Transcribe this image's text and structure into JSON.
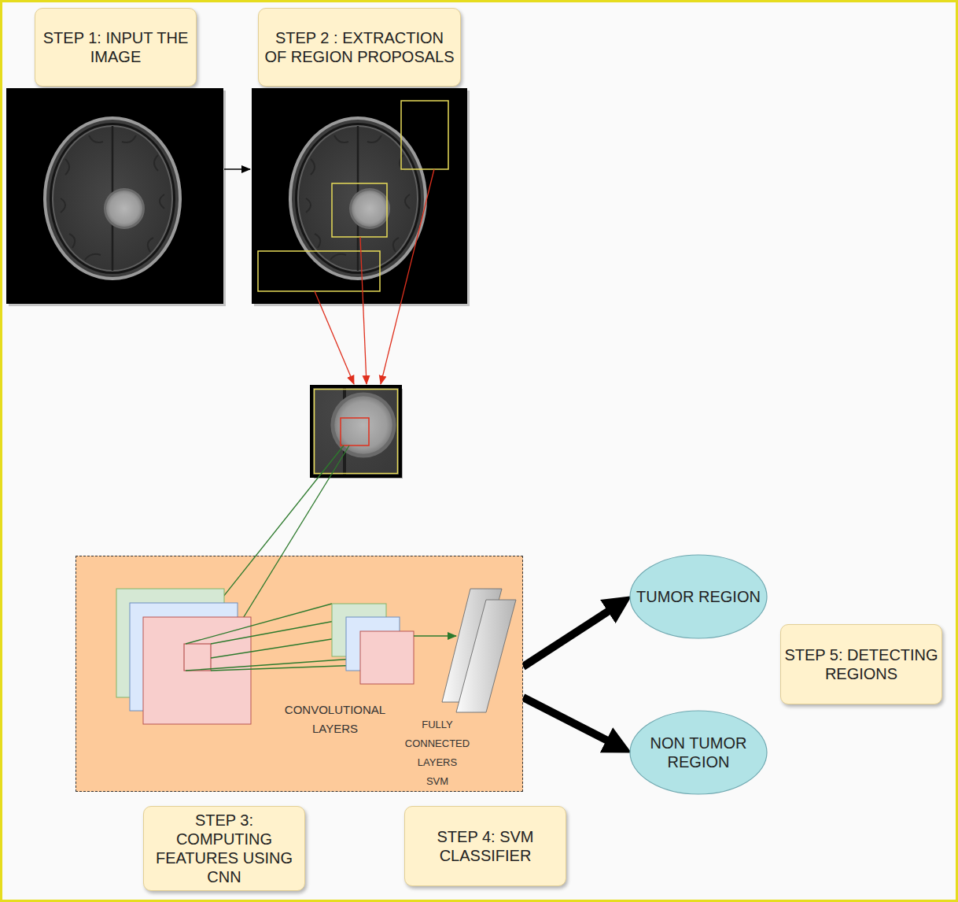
{
  "diagram": {
    "nodes": [
      {
        "text": [
          "STEP 1: INPUT THE IMAGE"
        ]
      },
      {
        "text": [
          "STEP 2 : EXTRACTION OF REGION PROPOSALS"
        ]
      },
      {
        "text": [
          "CONVOLUTIONAL LAYERS",
          "FULLY CONNECTED LAYERS",
          "SVM"
        ]
      },
      {
        "text": [
          "TUMOR REGION"
        ]
      },
      {
        "text": [
          "STEP 5: DETECTING REGIONS"
        ]
      },
      {
        "text": [
          "NON TUMOR REGION"
        ]
      },
      {
        "text": [
          "STEP 3: COMPUTING FEATURES USING CNN"
        ]
      },
      {
        "text": [
          "STEP 4: SVM CLASSIFIER"
        ]
      }
    ],
    "edges": [
      {
        "from": 2,
        "to": 3,
        "arrow": "to"
      },
      {
        "from": 2,
        "to": 5,
        "arrow": "to"
      }
    ]
  }
}
